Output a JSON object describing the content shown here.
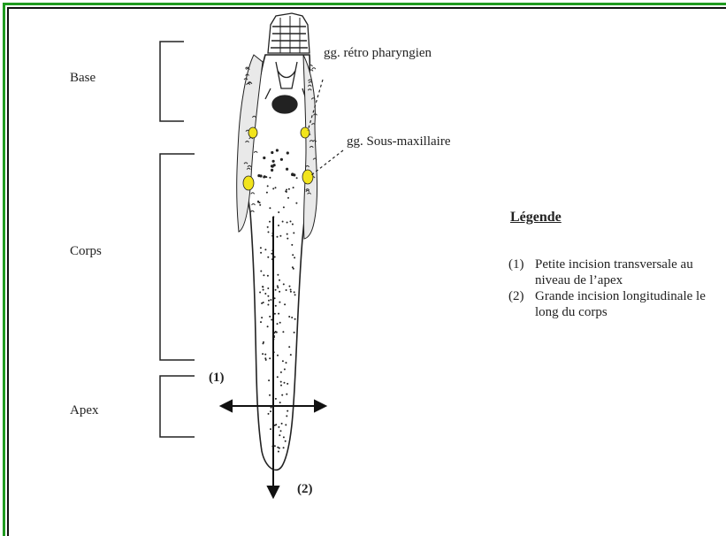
{
  "labels": {
    "base": "Base",
    "corps": "Corps",
    "apex": "Apex",
    "retro": "gg. rétro pharyngien",
    "sous": "gg. Sous-maxillaire",
    "incision1": "(1)",
    "incision2": "(2)"
  },
  "legend": {
    "title": "Légende",
    "items": [
      {
        "num": "(1)",
        "text": "Petite incision transversale au niveau de l’apex"
      },
      {
        "num": "(2)",
        "text": "Grande incision longitudinale le long du corps"
      }
    ]
  },
  "colors": {
    "frame_green": "#1f9a1f",
    "gland_yellow": "#f2e41c"
  }
}
